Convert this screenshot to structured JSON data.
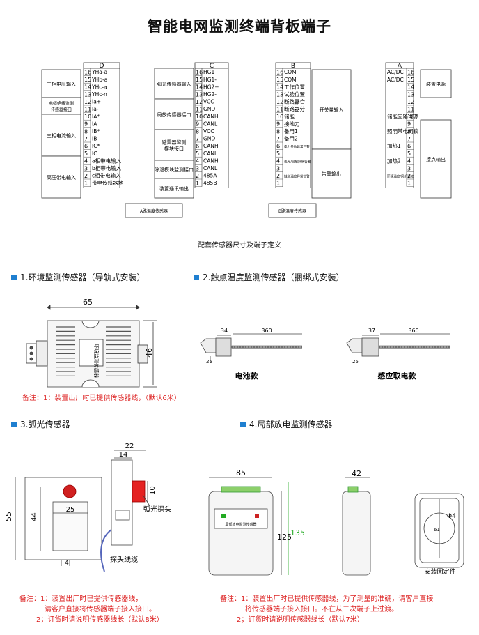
{
  "title": "智能电网监测终端背板端子",
  "caption": "配套传感器尺寸及端子定义",
  "terminal_blocks": {
    "D": {
      "name": "D",
      "pins": [
        {
          "n": "16",
          "s": "YHa-a"
        },
        {
          "n": "15",
          "s": "YHb-a"
        },
        {
          "n": "14",
          "s": "YHc-a"
        },
        {
          "n": "13",
          "s": "YHc-n"
        },
        {
          "n": "12",
          "s": "Ia+"
        },
        {
          "n": "11",
          "s": "Ia-"
        },
        {
          "n": "10",
          "s": "IA*"
        },
        {
          "n": "9",
          "s": "IA"
        },
        {
          "n": "8",
          "s": "IB*"
        },
        {
          "n": "7",
          "s": "IB"
        },
        {
          "n": "6",
          "s": "IC*"
        },
        {
          "n": "5",
          "s": "IC"
        },
        {
          "n": "4",
          "s": "a相带电输入"
        },
        {
          "n": "3",
          "s": "b相带电输入"
        },
        {
          "n": "2",
          "s": "c相带电输入"
        },
        {
          "n": "1",
          "s": "带电传感器地"
        }
      ],
      "groups": [
        "三相电压输入",
        "电缆绝缘监测传感器接口",
        "三相电流输入",
        "高压带电输入"
      ],
      "sensor_label": "A路温度传感器"
    },
    "C": {
      "name": "C",
      "pins": [
        {
          "n": "16",
          "s": "HG1+"
        },
        {
          "n": "15",
          "s": "HG1-"
        },
        {
          "n": "14",
          "s": "HG2+"
        },
        {
          "n": "13",
          "s": "HG2-"
        },
        {
          "n": "12",
          "s": "VCC"
        },
        {
          "n": "11",
          "s": "GND"
        },
        {
          "n": "10",
          "s": "CANH"
        },
        {
          "n": "9",
          "s": "CANL"
        },
        {
          "n": "8",
          "s": "VCC"
        },
        {
          "n": "7",
          "s": "GND"
        },
        {
          "n": "6",
          "s": "CANH"
        },
        {
          "n": "5",
          "s": "CANL"
        },
        {
          "n": "4",
          "s": "CANH"
        },
        {
          "n": "3",
          "s": "CANL"
        },
        {
          "n": "2",
          "s": "485A"
        },
        {
          "n": "1",
          "s": "485B"
        }
      ],
      "groups": [
        "弧光传感器输入",
        "局放传感器接口",
        "避雷器监测模块接口",
        "除湿模块监测接口",
        "装置通讯输出"
      ]
    },
    "B": {
      "name": "B",
      "pins": [
        {
          "n": "16",
          "s": "COM"
        },
        {
          "n": "15",
          "s": "COM"
        },
        {
          "n": "14",
          "s": "工作位置"
        },
        {
          "n": "13",
          "s": "试验位置"
        },
        {
          "n": "12",
          "s": "断路器合"
        },
        {
          "n": "11",
          "s": "断路器分"
        },
        {
          "n": "10",
          "s": "储能"
        },
        {
          "n": "9",
          "s": "接地刀"
        },
        {
          "n": "8",
          "s": "备用1"
        },
        {
          "n": "7",
          "s": "备用2"
        },
        {
          "n": "6",
          "s": "电力参数异常告警"
        },
        {
          "n": "5",
          "s": ""
        },
        {
          "n": "4",
          "s": "弧光/局放异常告警"
        },
        {
          "n": "3",
          "s": ""
        },
        {
          "n": "2",
          "s": "触点温度异常告警"
        },
        {
          "n": "1",
          "s": ""
        }
      ],
      "groups": [
        "开关量输入",
        "告警输出"
      ],
      "sensor_label": "B路温度传感器"
    },
    "A": {
      "name": "A",
      "pins": [
        {
          "n": "16",
          "s": "AC/DC"
        },
        {
          "n": "15",
          "s": "AC/DC"
        },
        {
          "n": "14",
          "s": ""
        },
        {
          "n": "13",
          "s": ""
        },
        {
          "n": "12",
          "s": ""
        },
        {
          "n": "11",
          "s": ""
        },
        {
          "n": "10",
          "s": "储能回路电源"
        },
        {
          "n": "9",
          "s": ""
        },
        {
          "n": "8",
          "s": "照明带电闭锁"
        },
        {
          "n": "7",
          "s": ""
        },
        {
          "n": "6",
          "s": "加热1"
        },
        {
          "n": "5",
          "s": ""
        },
        {
          "n": "4",
          "s": "加热2"
        },
        {
          "n": "3",
          "s": ""
        },
        {
          "n": "2",
          "s": "环境温度/风机驱动"
        },
        {
          "n": "1",
          "s": ""
        }
      ],
      "groups": [
        "装置电源",
        "接点输出"
      ]
    }
  },
  "sections": [
    {
      "label": "1.环境监测传感器（导轨式安装）"
    },
    {
      "label": "2.触点温度监测传感器（捆绑式安装）"
    },
    {
      "label": "3.弧光传感器"
    },
    {
      "label": "4.局部放电监测传感器"
    }
  ],
  "env_sensor": {
    "width": "65",
    "height": "46",
    "text": "环境监测传感器"
  },
  "contact_sensors": [
    {
      "w": "34",
      "len": "360",
      "h": "25",
      "caption": "电池款"
    },
    {
      "w": "37",
      "len": "360",
      "h": "25",
      "caption": "感应取电款"
    }
  ],
  "arc_sensor": {
    "d55": "55",
    "d44": "44",
    "d25": "25",
    "d4": "4",
    "d22": "22",
    "d14": "14",
    "d10": "10",
    "probe": "弧光探头",
    "cable": "探头线缆"
  },
  "pd_sensor": {
    "d85": "85",
    "d125": "125",
    "d135": "135",
    "d42": "42",
    "phi": "Φ4",
    "d61": "61",
    "front_text": "局部放电监测传感器",
    "mount": "安装固定件"
  },
  "notes": {
    "note1": "备注：1：装置出厂时已提供传感器线，（默认6米）",
    "note3": [
      "备注：1：装置出厂时已提供传感器线，",
      "请客户直接将传感器端子接入接口。",
      "2；订货时请说明传感器线长（默认8米）"
    ],
    "note4": [
      "备注：1：装置出厂时已提供传感器线，为了测量的准确，请客户直接",
      "将传感器端子接入接口。不在从二次端子上过渡。",
      "2；订货时请说明传感器线长（默认7米）"
    ]
  },
  "colors": {
    "accent": "#1f7fd0",
    "note": "#dd2222",
    "probe": "#e02020",
    "green": "#22aa22"
  }
}
